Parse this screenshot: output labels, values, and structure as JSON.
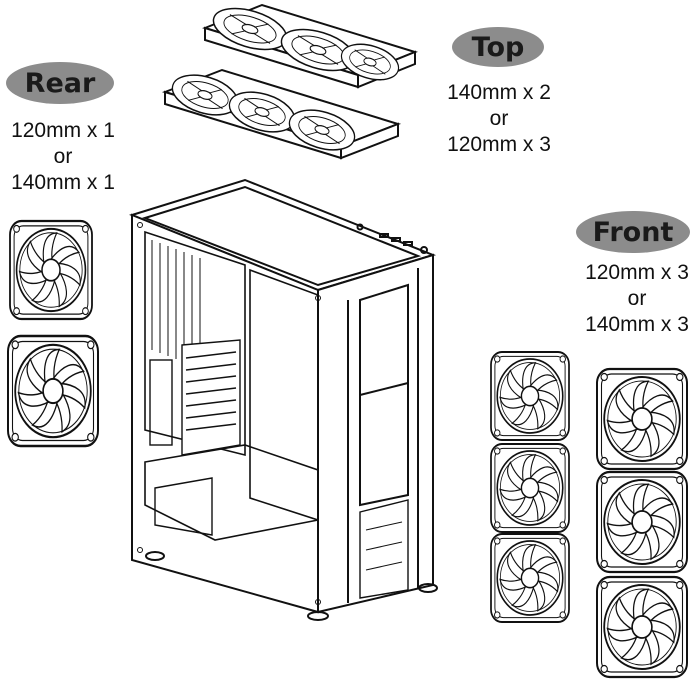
{
  "sections": {
    "rear": {
      "title": "Rear",
      "line1": "120mm x 1",
      "line2": "or",
      "line3": "140mm x 1"
    },
    "top": {
      "title": "Top",
      "line1": "140mm x 2",
      "line2": "or",
      "line3": "120mm x 3"
    },
    "front": {
      "title": "Front",
      "line1": "120mm x 3",
      "line2": "or",
      "line3": "140mm x 3"
    }
  },
  "colors": {
    "label_pill": "#8c8c8c",
    "line_art": "#111111"
  }
}
